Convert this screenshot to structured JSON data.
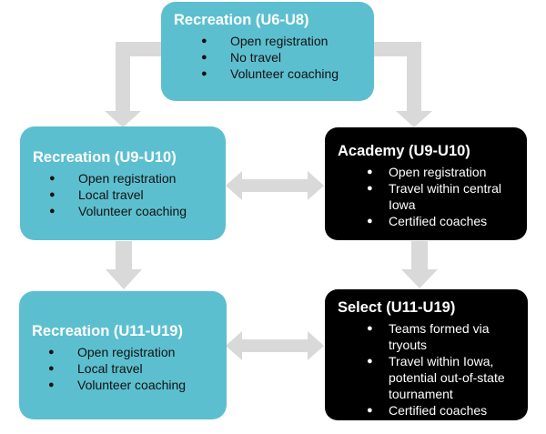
{
  "colors": {
    "recreation_fill": "#5cbfcf",
    "competitive_fill": "#000000",
    "arrow": "#d9d9d9"
  },
  "boxes": {
    "rec_u6": {
      "title": "Recreation (U6-U8)",
      "items": [
        "Open registration",
        "No travel",
        "Volunteer coaching"
      ]
    },
    "rec_u9": {
      "title": "Recreation (U9-U10)",
      "items": [
        "Open registration",
        "Local travel",
        "Volunteer coaching"
      ]
    },
    "academy": {
      "title": "Academy (U9-U10)",
      "items": [
        "Open registration",
        "Travel within central Iowa",
        "Certified coaches"
      ]
    },
    "rec_u11": {
      "title": "Recreation (U11-U19)",
      "items": [
        "Open registration",
        "Local travel",
        "Volunteer coaching"
      ]
    },
    "select": {
      "title": "Select (U11-U19)",
      "items": [
        "Teams formed via tryouts",
        "Travel within Iowa, potential out-of-state tournament",
        "Certified coaches"
      ]
    }
  },
  "bullet_glyph": "●"
}
